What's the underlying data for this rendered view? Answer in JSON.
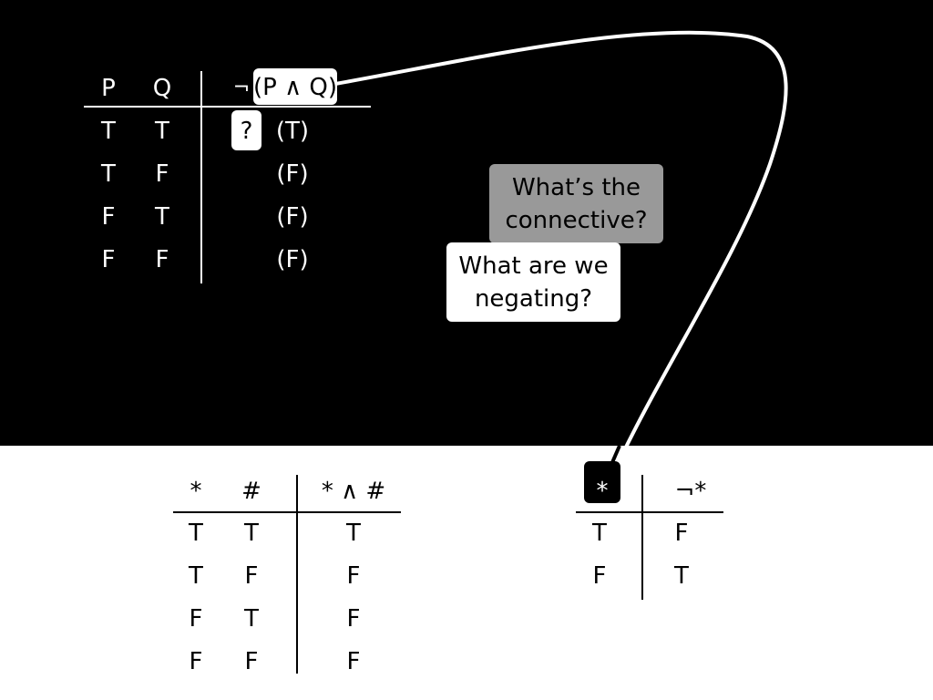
{
  "main_table": {
    "headers": [
      "P",
      "Q",
      "¬(P ∧ Q)"
    ],
    "rows": [
      {
        "p": "T",
        "q": "T",
        "result": "(T)"
      },
      {
        "p": "T",
        "q": "F",
        "result": "(F)"
      },
      {
        "p": "F",
        "q": "T",
        "result": "(F)"
      },
      {
        "p": "F",
        "q": "F",
        "result": "(F)"
      }
    ],
    "negation_symbol": "¬",
    "highlighted_expression": "(P ∧ Q)",
    "question_mark": "?"
  },
  "bubbles": {
    "connective_question": "What’s the connective?",
    "negating_question": "What are we negating?"
  },
  "conjunction_table": {
    "headers": [
      "*",
      "#",
      "* ∧ #"
    ],
    "rows": [
      [
        "T",
        "T",
        "T"
      ],
      [
        "T",
        "F",
        "F"
      ],
      [
        "F",
        "T",
        "F"
      ],
      [
        "F",
        "F",
        "F"
      ]
    ]
  },
  "negation_table": {
    "headers": [
      "*",
      "¬*"
    ],
    "rows": [
      [
        "T",
        "F"
      ],
      [
        "F",
        "T"
      ]
    ]
  },
  "colors": {
    "top_background": "#000000",
    "bottom_background": "#ffffff",
    "bubble_grey": "#999999",
    "bubble_white": "#ffffff"
  }
}
